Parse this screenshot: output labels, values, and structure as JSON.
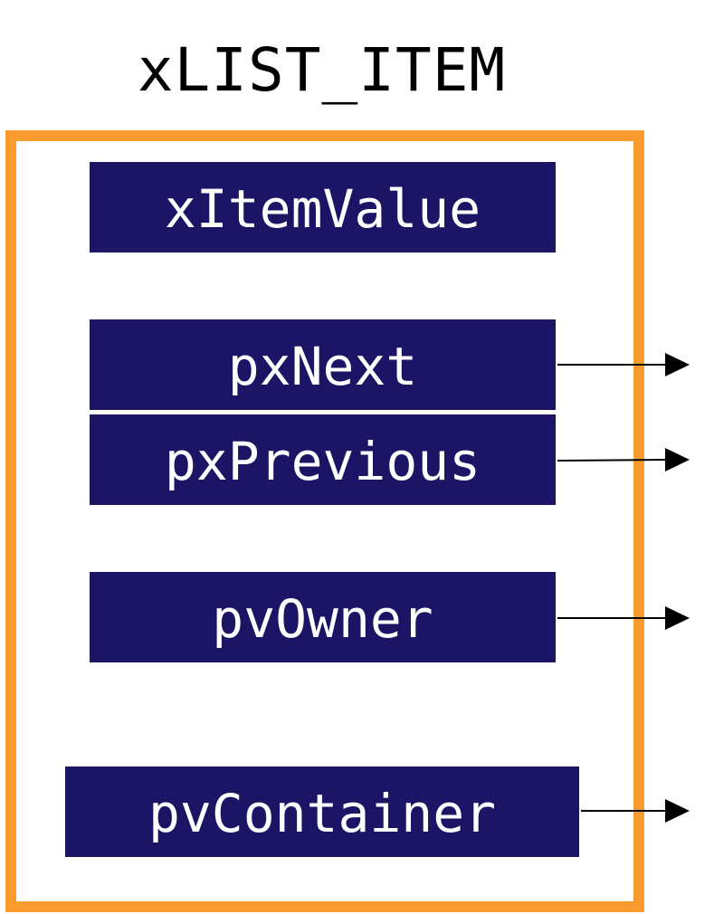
{
  "title": "xLIST_ITEM",
  "colors": {
    "border": "#F99B2F",
    "field_fill": "#1C1566",
    "field_text": "#ffffff",
    "arrow": "#000000"
  },
  "fields": {
    "item_value": "xItemValue",
    "next": "pxNext",
    "previous": "pxPrevious",
    "owner": "pvOwner",
    "container": "pvContainer"
  }
}
